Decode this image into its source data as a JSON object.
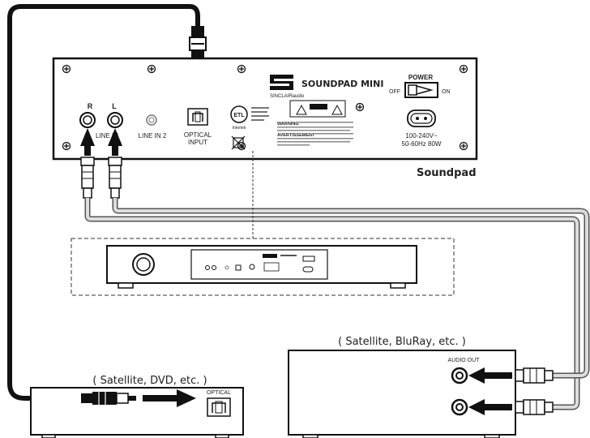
{
  "soundpad": {
    "label": "Soundpad",
    "brand_small": "SINCLAIRaudio",
    "model": "SOUNDPAD MINI",
    "power": {
      "label": "POWER",
      "off": "OFF",
      "on": "ON",
      "rating_line1": "100-240V~",
      "rating_line2": "50-60Hz 80W"
    },
    "inputs": {
      "r": "R",
      "l": "L",
      "line_in": "LINE IN",
      "line_in_2": "LINE IN 2",
      "optical_line1": "OPTICAL",
      "optical_line2": "INPUT"
    },
    "cert": {
      "etl": "ETL",
      "intertek": "Intertek"
    },
    "warning_title": "WARNING",
    "avertissement_title": "AVERTISSEMENT"
  },
  "device_left": {
    "caption": "( Satellite, DVD, etc. )",
    "port_label": "OPTICAL"
  },
  "device_right": {
    "caption": "( Satellite, BluRay, etc. )",
    "port_label": "AUDIO OUT"
  },
  "colors": {
    "line": "#111111",
    "cable_outline": "#555555",
    "cable_fill": "#dddddd",
    "dashed": "#333333"
  }
}
